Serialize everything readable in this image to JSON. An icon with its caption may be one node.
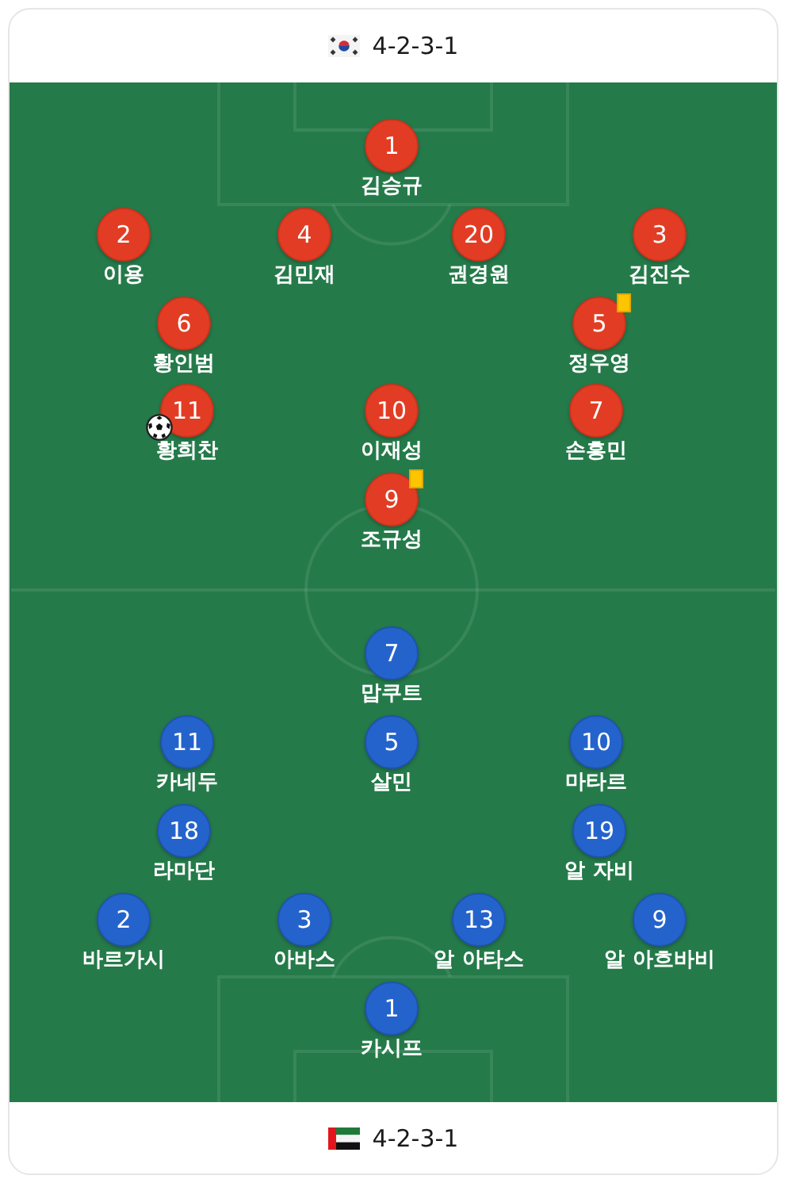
{
  "diagram": {
    "nodes": [
      {
        "text": [
          "1"
        ],
        "beside": [
          "김승규"
        ]
      },
      {
        "text": [
          "2"
        ],
        "beside": [
          "이용"
        ]
      },
      {
        "text": [
          "4"
        ],
        "beside": [
          "김민재"
        ]
      },
      {
        "text": [
          "20"
        ],
        "beside": [
          "권경원"
        ]
      },
      {
        "text": [
          "3"
        ],
        "beside": [
          "김진수"
        ]
      },
      {
        "text": [
          "6"
        ],
        "beside": [
          "황인범"
        ]
      },
      {
        "text": [
          "5"
        ],
        "beside": [
          "정우영"
        ]
      },
      {
        "text": [
          "11"
        ],
        "beside": [
          "황희찬"
        ]
      },
      {
        "text": [
          "10"
        ],
        "beside": [
          "이재성"
        ]
      },
      {
        "text": [
          "7"
        ],
        "beside": [
          "손흥민"
        ]
      },
      {
        "text": [
          "9"
        ],
        "beside": [
          "조규성"
        ]
      },
      {
        "text": [
          "7"
        ],
        "beside": [
          "맙쿠트"
        ]
      },
      {
        "text": [
          "11"
        ],
        "beside": [
          "카네두"
        ]
      },
      {
        "text": [
          "5"
        ],
        "beside": [
          "살민"
        ]
      },
      {
        "text": [
          "10"
        ],
        "beside": [
          "마타르"
        ]
      },
      {
        "text": [
          "18"
        ],
        "beside": [
          "라마단"
        ]
      },
      {
        "text": [
          "19"
        ],
        "beside": [
          "알 자비"
        ]
      },
      {
        "text": [
          "2"
        ],
        "beside": [
          "바르가시"
        ]
      },
      {
        "text": [
          "3"
        ],
        "beside": [
          "아바스"
        ]
      },
      {
        "text": [
          "13"
        ],
        "beside": [
          "알 아타스"
        ]
      },
      {
        "text": [
          "9"
        ],
        "beside": [
          "알 아흐바비"
        ]
      },
      {
        "text": [
          "1"
        ],
        "beside": [
          "카시프"
        ]
      }
    ],
    "labels": [
      "4-2-3-1",
      "4-2-3-1"
    ]
  }
}
